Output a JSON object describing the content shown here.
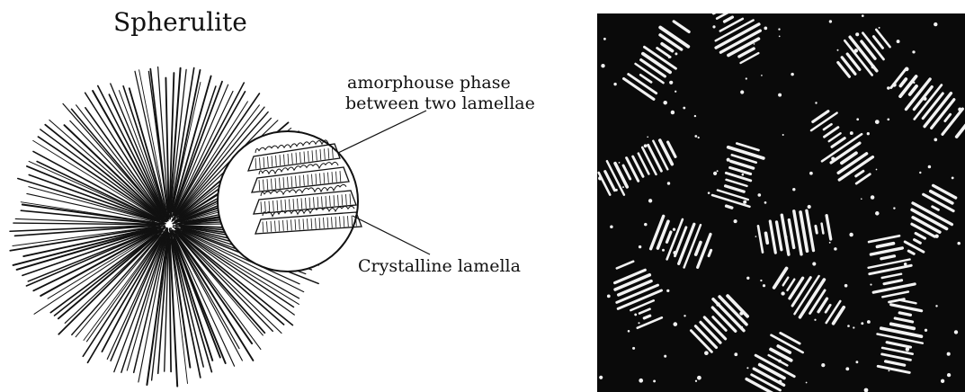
{
  "diagram": {
    "title": "Spherulite",
    "labels": {
      "amorphous_line1": "amorphouse phase",
      "amorphous_line2": "between two lamellae",
      "crystalline": "Crystalline lamella"
    }
  },
  "colors": {
    "ink": "#111111",
    "micrograph_bg": "#0a0a0a",
    "micrograph_stripe": "#f2f2f2"
  }
}
